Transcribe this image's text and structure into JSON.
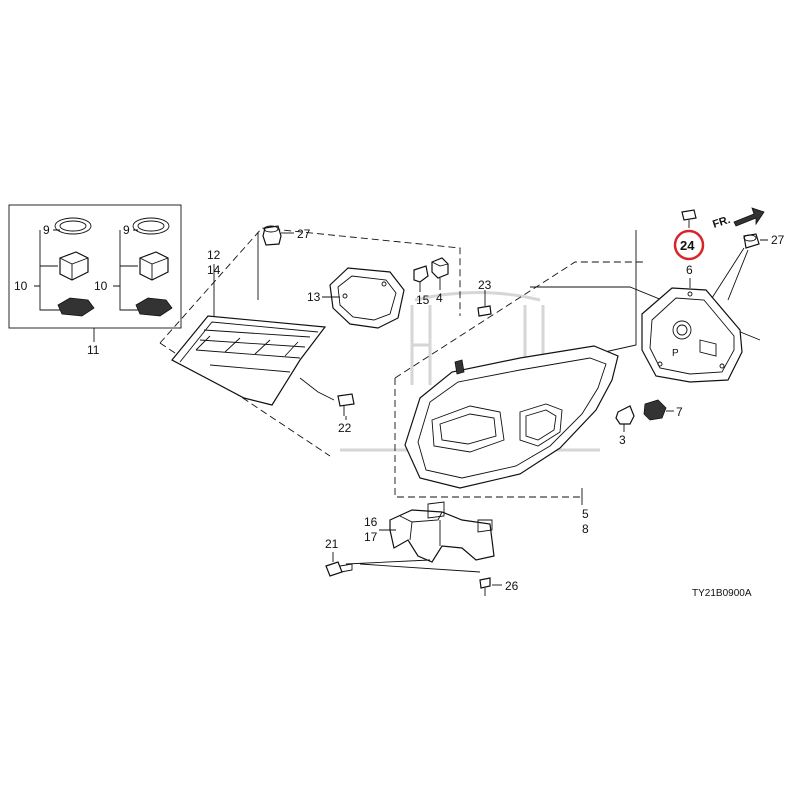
{
  "diagram": {
    "labels": {
      "l9a": "9",
      "l10a": "10",
      "l9b": "9",
      "l10b": "10",
      "l11": "11",
      "l12": "12",
      "l14": "14",
      "l27a": "27",
      "l13": "13",
      "l15": "15",
      "l4": "4",
      "l23": "23",
      "l22": "22",
      "l24": "24",
      "l6": "6",
      "l27b": "27",
      "l7": "7",
      "l3": "3",
      "l5": "5",
      "l8": "8",
      "l16": "16",
      "l17": "17",
      "l21": "21",
      "l26": "26"
    },
    "front_indicator": "FR.",
    "diagram_code": "TY21B0900A",
    "highlight_color": "#d9252a"
  }
}
